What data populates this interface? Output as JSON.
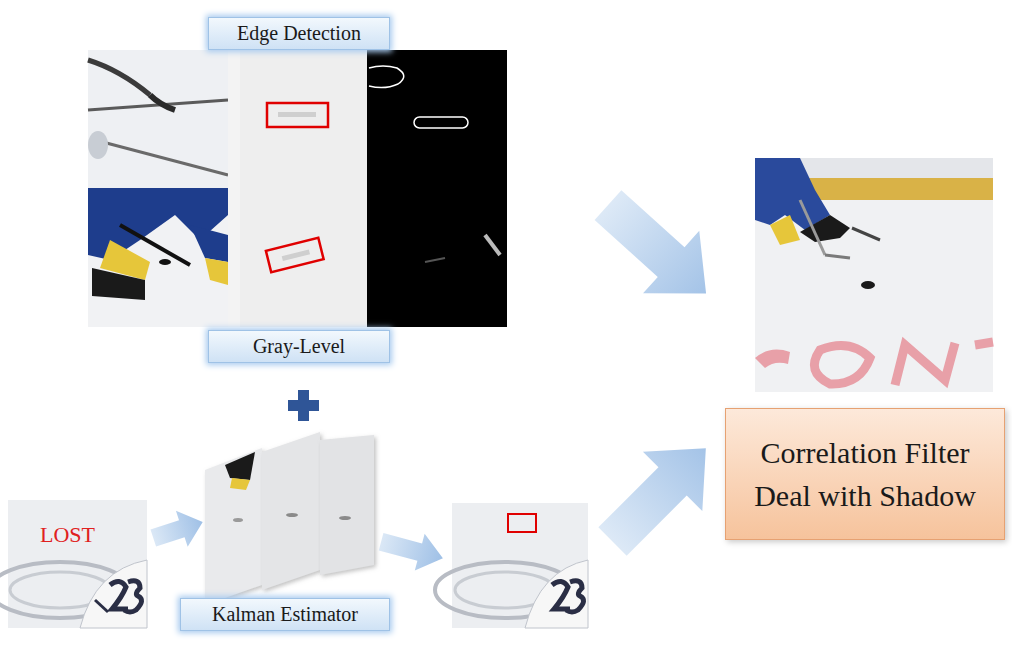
{
  "diagram": {
    "nodes": [
      {
        "text": [
          "Edge Detection"
        ]
      },
      {
        "text": [
          "Gray-Level"
        ]
      },
      {
        "text": [
          "Kalman Estimator"
        ]
      },
      {
        "text": [
          "Correlation Filter Deal with Shadow"
        ]
      }
    ],
    "labels": [
      "LOST"
    ]
  }
}
